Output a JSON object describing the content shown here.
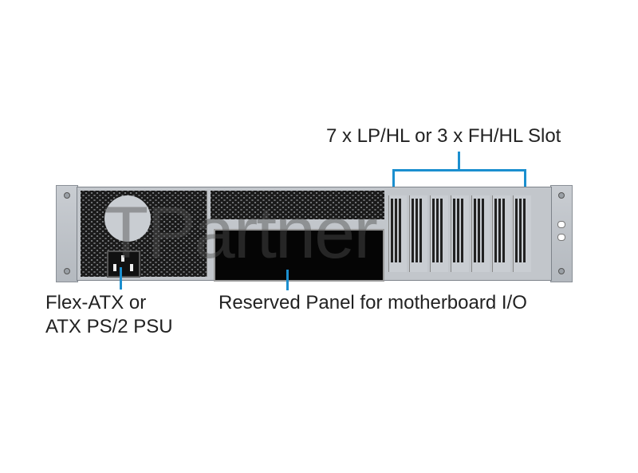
{
  "labels": {
    "slots": "7 x LP/HL or 3 x FH/HL Slot",
    "psu_line1": "Flex-ATX or",
    "psu_line2": "ATX PS/2 PSU",
    "io_panel": "Reserved Panel for motherboard I/O"
  },
  "watermark": "TPartner",
  "slot_count": 7,
  "colors": {
    "callout": "#1b8fcf",
    "chassis": "#c2c6cb"
  }
}
